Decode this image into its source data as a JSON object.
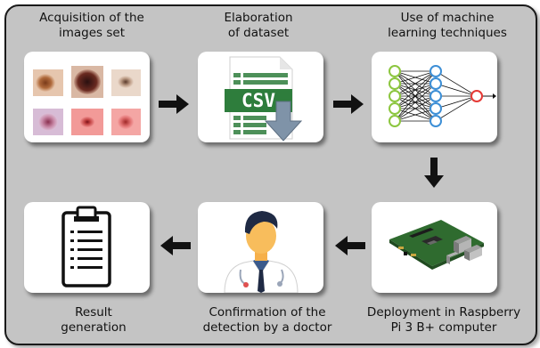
{
  "steps": {
    "acquisition": {
      "label": "Acquisition of the\nimages set",
      "icon": "skin-lesion-images-icon"
    },
    "elaboration": {
      "label": "Elaboration\nof dataset",
      "icon": "csv-file-icon",
      "badge": "CSV"
    },
    "ml": {
      "label": "Use of machine\nlearning techniques",
      "icon": "neural-network-icon"
    },
    "deployment": {
      "label": "Deployment in Raspberry\nPi 3 B+ computer",
      "icon": "raspberry-pi-board-icon"
    },
    "confirmation": {
      "label": "Confirmation of the\ndetection by a doctor",
      "icon": "doctor-icon"
    },
    "result": {
      "label": "Result\ngeneration",
      "icon": "clipboard-icon"
    }
  },
  "colors": {
    "frame": "#c4c4c4",
    "csv_green": "#2e7d3c",
    "arrow_blue": "#7f93a8",
    "nn_green": "#8cc63f",
    "nn_blue": "#3d8fd6",
    "nn_red": "#e53935",
    "doctor_coat": "#ffffff",
    "doctor_hair": "#1f2a44"
  }
}
